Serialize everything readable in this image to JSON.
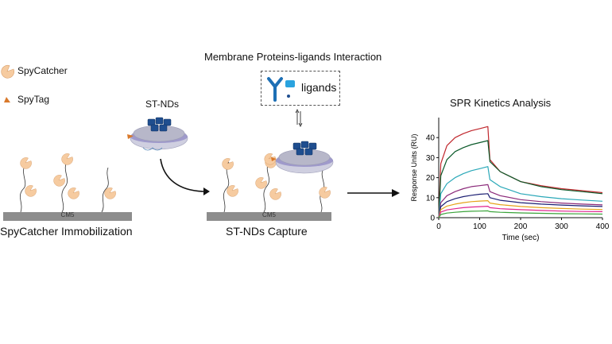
{
  "legend": {
    "spycatcher_label": "SpyCatcher",
    "spytag_label": "SpyTag"
  },
  "colors": {
    "spycatcher": "#f6cba0",
    "spycatcher_edge": "#d9a06c",
    "spytag": "#d9792b",
    "nanodisc_lipid": "#b7b7c9",
    "nanodisc_belt": "#8f88c4",
    "membrane_protein": "#1f4e8f",
    "antibody": "#1d6fb5",
    "ligand": "#2aa3df",
    "surface": "#8d8d8d"
  },
  "panels": {
    "immobilization_title": "SpyCatcher Immobilization",
    "capture_title": "ST-NDs Capture",
    "nd_label": "ST-NDs",
    "interaction_title": "Membrane Proteins-ligands Interaction",
    "ligands_label": "ligands",
    "surface_label": "CM5"
  },
  "chart_data": {
    "type": "line",
    "title": "SPR Kinetics Analysis",
    "xlabel": "Time (sec)",
    "ylabel": "Response Units (RU)",
    "xlim": [
      0,
      400
    ],
    "ylim": [
      0,
      50
    ],
    "xticks": [
      0,
      100,
      200,
      300,
      400
    ],
    "yticks": [
      0,
      10,
      20,
      30,
      40
    ],
    "injection_end": 120,
    "grid": false,
    "series": [
      {
        "color": "#c0272d",
        "x": [
          0,
          5,
          20,
          40,
          60,
          80,
          100,
          120,
          125,
          150,
          200,
          250,
          300,
          350,
          400
        ],
        "y": [
          0,
          27,
          36,
          40,
          42,
          43.5,
          44.5,
          45.5,
          29,
          23,
          18,
          16,
          14.5,
          13.5,
          12.5
        ]
      },
      {
        "color": "#0b5a2a",
        "x": [
          0,
          5,
          20,
          40,
          60,
          80,
          100,
          120,
          125,
          150,
          200,
          250,
          300,
          350,
          400
        ],
        "y": [
          0,
          21,
          29,
          33,
          35,
          36.5,
          37.5,
          38.5,
          28,
          23,
          18,
          15.5,
          14,
          13,
          12
        ]
      },
      {
        "color": "#2aa8b8",
        "x": [
          0,
          5,
          20,
          40,
          60,
          80,
          100,
          120,
          125,
          150,
          200,
          250,
          300,
          350,
          400
        ],
        "y": [
          0,
          12,
          17,
          20,
          22,
          23.5,
          24.5,
          25.5,
          19,
          15.5,
          12,
          10.5,
          9.5,
          8.8,
          8.2
        ]
      },
      {
        "color": "#8b2a7a",
        "x": [
          0,
          5,
          20,
          40,
          60,
          80,
          100,
          120,
          125,
          150,
          200,
          250,
          300,
          350,
          400
        ],
        "y": [
          0,
          7.5,
          11,
          13,
          14.5,
          15.5,
          16,
          16.5,
          13,
          11,
          9,
          8,
          7.3,
          6.8,
          6.4
        ]
      },
      {
        "color": "#1c1f73",
        "x": [
          0,
          5,
          20,
          40,
          60,
          80,
          100,
          120,
          125,
          150,
          200,
          250,
          300,
          350,
          400
        ],
        "y": [
          0,
          5.5,
          8,
          9.5,
          10.5,
          11.2,
          11.7,
          12,
          10,
          8.7,
          7.5,
          6.8,
          6.3,
          5.9,
          5.6
        ]
      },
      {
        "color": "#e6a21a",
        "x": [
          0,
          5,
          20,
          40,
          60,
          80,
          100,
          120,
          125,
          150,
          200,
          250,
          300,
          350,
          400
        ],
        "y": [
          0,
          4,
          5.8,
          6.8,
          7.5,
          8,
          8.3,
          8.5,
          7.3,
          6.5,
          5.6,
          5,
          4.6,
          4.3,
          4.1
        ]
      },
      {
        "color": "#e0248f",
        "x": [
          0,
          5,
          20,
          40,
          60,
          80,
          100,
          120,
          125,
          150,
          200,
          250,
          300,
          350,
          400
        ],
        "y": [
          0,
          2.8,
          3.9,
          4.5,
          5,
          5.3,
          5.5,
          5.7,
          5,
          4.5,
          4,
          3.6,
          3.3,
          3.1,
          3
        ]
      },
      {
        "color": "#3aa33a",
        "x": [
          0,
          5,
          20,
          40,
          60,
          80,
          100,
          120,
          125,
          150,
          200,
          250,
          300,
          350,
          400
        ],
        "y": [
          0,
          1.6,
          2.3,
          2.7,
          3,
          3.2,
          3.3,
          3.4,
          3,
          2.7,
          2.4,
          2.2,
          2,
          1.9,
          1.8
        ]
      }
    ]
  }
}
